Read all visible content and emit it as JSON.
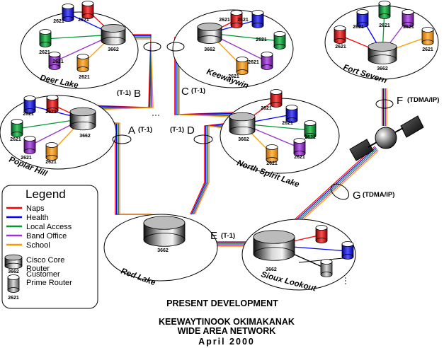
{
  "sites": {
    "deer_lake": "Deer Lake",
    "keewaywin": "Keewaywin",
    "fort_severn": "Fort Severn",
    "poplar_hill": "Poplar Hill",
    "north_spirit_lake": "North Spirit Lake",
    "red_lake": "Red Lake",
    "sioux_lookout": "Sioux Lookout"
  },
  "router_labels": {
    "core": "3662",
    "prime": "2621"
  },
  "links": {
    "A": {
      "letter": "A",
      "type": "(T-1)"
    },
    "B": {
      "letter": "B",
      "type": "(T-1)"
    },
    "C": {
      "letter": "C",
      "type": "(T-1)"
    },
    "D": {
      "letter": "D",
      "type": "(T-1)"
    },
    "E": {
      "letter": "E",
      "type": "(T-1)"
    },
    "F": {
      "letter": "F",
      "type": "(TDMA/IP)"
    },
    "G": {
      "letter": "G",
      "type": "(TDMA/IP)"
    }
  },
  "legend": {
    "title": "Legend",
    "items": [
      {
        "label": "Naps",
        "color": "#ff0000"
      },
      {
        "label": "Health",
        "color": "#0000ff"
      },
      {
        "label": "Local Access",
        "color": "#009933"
      },
      {
        "label": "Band Office",
        "color": "#9933cc"
      },
      {
        "label": "School",
        "color": "#ff9900"
      }
    ],
    "core_router": "Cisco Core Router",
    "core_router_line1": "Cisco Core",
    "core_router_line2": "Router",
    "prime_router": "Customer Prime Router",
    "prime_router_line1": "Customer",
    "prime_router_line2": "Prime Router"
  },
  "footer": {
    "line1": "PRESENT DEVELOPMENT",
    "line2": "KEEWAYTINOOK OKIMAKANAK",
    "line3": "WIDE AREA NETWORK",
    "line4": "April 2000"
  },
  "colors": {
    "naps": "#ff0000",
    "health": "#0000ff",
    "local_access": "#009933",
    "band_office": "#9933cc",
    "school": "#ff9900"
  }
}
